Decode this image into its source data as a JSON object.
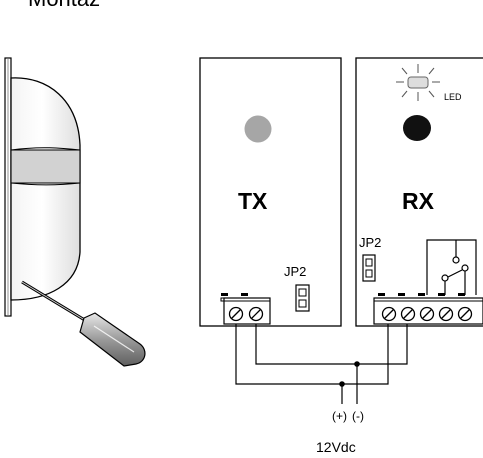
{
  "title": "Montaż",
  "tx": {
    "label": "TX",
    "jumper": "JP2"
  },
  "rx": {
    "label": "RX",
    "jumper": "JP2",
    "led": "LED"
  },
  "power": {
    "plus": "(+)",
    "minus": "(-)",
    "voltage": "12Vdc"
  },
  "colors": {
    "line": "#000000",
    "lens_tx": "#a6a6a6",
    "lens_rx": "#111111",
    "housing": "#d9d9d9"
  }
}
